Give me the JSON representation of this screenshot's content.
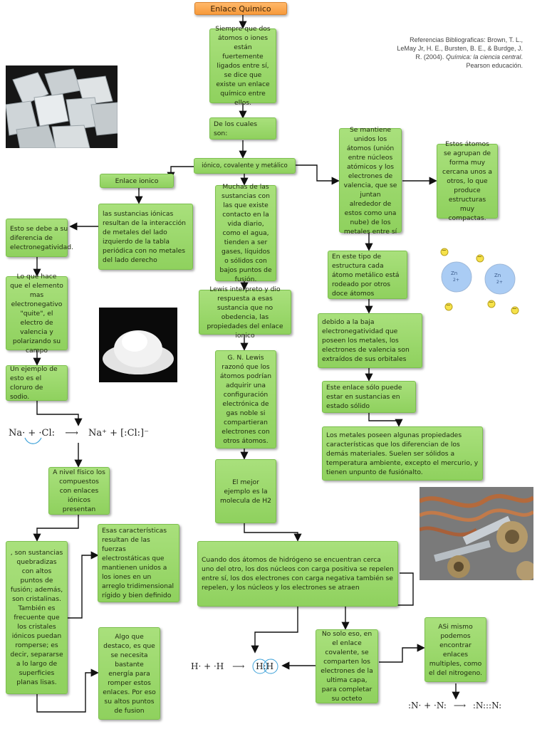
{
  "title": "Enlace Quimico",
  "reference": {
    "text": "Referencias Bibliograficas: Brown, T. L., LeMay Jr, H. E., Bursten, B. E., & Burdge, J. R. (2004).",
    "book": "Química: la ciencia central",
    "publisher": ". Pearson educación."
  },
  "boxes": {
    "intro": "Siempre que dos átomos o iones están fuertemente ligados entre sí, se dice que existe un enlace químico entre ellos.",
    "de_los_cuales": "De los cuales son:",
    "tipos": "iónico, covalente y metálico",
    "enlace_ionico": "Enlace ionico",
    "ionico_desc": "las sustancias iónicas resultan de la interacción de metales del lado izquierdo de la tabla periódica con no metales del lado derecho",
    "electroneg": "Esto se debe a su diferencia de electronegatividad.",
    "quite": "Lo que hace que el elemento mas electronegativo \"quite\", el electro de valencia y polarizando su campo",
    "ejemplo_nacl": "Un ejemplo de esto es el cloruro de sodio.",
    "nivel_fisico": "A nivel físico los compuestos con enlaces iónicos presentan",
    "quebradizas": ", son sustancias quebradizas con altos puntos de fusión; además, son cristalinas. También es frecuente que los cristales iónicos puedan romperse; es decir, separarse a lo largo de superficies planas lisas.",
    "fuerzas": "Esas características resultan de las fuerzas electrostáticas que mantienen unidos a los iones en un arreglo tridimensional rígido y bien definido",
    "energia": "Algo que destaco, es que se necesita bastante energía para romper estos enlaces. Por eso su altos puntos de fusion",
    "covalente_desc": "Muchas de las sustancias con las que existe contacto en la vida diario, como el agua, tienden a ser gases, líquidos o sólidos con bajos puntos de fusión.",
    "lewis1": "Lewis interpreto y dio respuesta a esas sustancia que no obedencia, las propiedades del enlace ionico",
    "lewis2": "G. N. Lewis razonó que los átomos podrían adquirir una configuración electrónica de gas noble si compartieran electrones con otros átomos.",
    "h2": "El mejor ejemplo es la molecula de H2",
    "hidrogeno": "Cuando dos átomos de hidrógeno se encuentran cerca uno del otro, los dos núcleos con carga positiva se repelen entre sí, los dos electrones con carga negativa también se repelen, y los núcleos y los electrones se atraen",
    "no_solo": "No solo eso, en el enlace covalente, se comparten los electrones de la ultima capa, para completar su octeto",
    "multiples": "ASi mismo podemos encontrar enlaces multiples, como el del nitrogeno.",
    "metalico_desc": "Se mantiene unidos los átomos (unión entre núcleos atómicos y los electrones de valencia, que se juntan alrededor de estos como una nube) de los metales entre sí",
    "cercania": "Estos átomos se agrupan de forma muy cercana unos a otros, lo que produce estructuras muy compactas.",
    "doce": "En este tipo de estructura cada átomo metálico está rodeado por otros doce átomos",
    "baja_electroneg": "debido a la baja electronegatividad que poseen los metales, los electrones de valencia son extraídos de sus orbitales",
    "solido": "Este enlace sólo puede estar en sustancias en estado sólido",
    "propiedades_metales": "Los metales poseen algunas propiedades características que los diferencian de los demás materiales. Suelen ser sólidos a temperatura ambiente, excepto el mercurio, y tienen unpunto de fusiónalto."
  },
  "formulas": {
    "nacl_left": "Na· + ·Cl:",
    "nacl_arrow": "⟶",
    "nacl_right": "Na⁺ + [:Cl:]⁻",
    "h_left": "H· + ·H",
    "h_arrow": "⟶",
    "h_right": "H:H",
    "n_left": ":N· + ·N:",
    "n_arrow": "⟶",
    "n_right": ":N:::N:"
  },
  "zn_labels": {
    "ion1": "Zn",
    "ion1_charge": "2+",
    "ion2": "Zn",
    "ion2_charge": "2+",
    "electron": "−"
  },
  "colors": {
    "box": "#9dd96f",
    "title": "#f79a3a",
    "line": "#111111"
  }
}
